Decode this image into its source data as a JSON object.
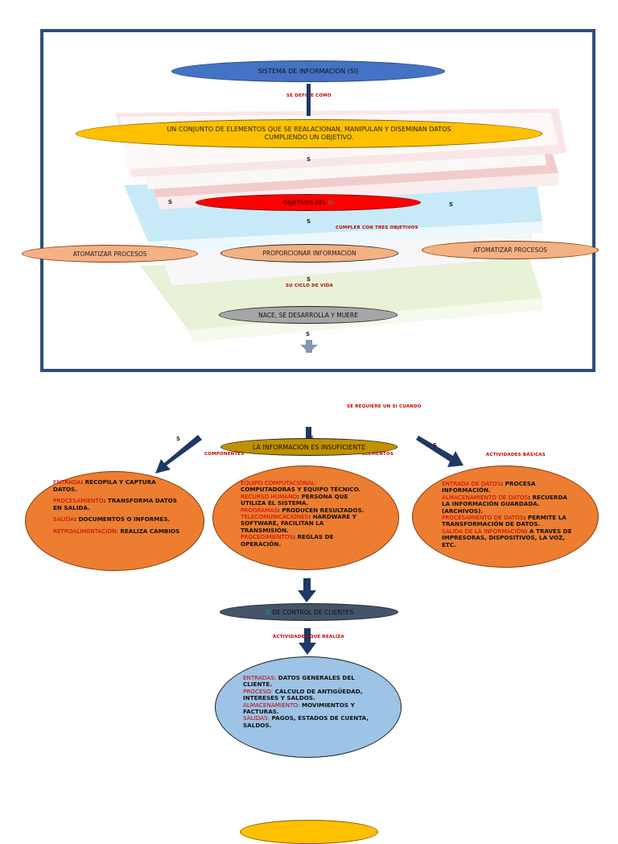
{
  "top_section": {
    "title": "SISTEMA DE INFORMACIÓN (SI)",
    "link_defined": "SE DEFINE COMO",
    "definition": "UN CONJUNTO DE ELEMENTOS QUE SE REALACIONAN, MANIPULAN Y DISEMINAN DATOS CUMPLIENDO UN OBJETIVO.",
    "s_marker": "S",
    "objectives_title": "OBJETIVOS DEL",
    "objectives_suffix": "SI",
    "link_objectives": "CUMPLER CON TRES OBJETIVOS",
    "objective_left": "ATOMATIZAR PROCESOS",
    "objective_center": "PROPORCIONAR INFORMACIÓN",
    "objective_right": "ATOMATIZAR PROCESOS",
    "link_cycle": "SU CICLO DE VIDA",
    "lifecycle": "NACE, SE DESARROLLA Y MUERE"
  },
  "middle_section": {
    "link_required": "SE REQUIERE UN SI CUANDO",
    "insufficient": "LA INFORMACIÓN ES INSUFICIENTE",
    "link_components": "COMPONENTES",
    "link_elements": "ELEMENTOS",
    "link_activities": "ACTIVIDADES BÁSICAS",
    "s_marker": "S",
    "left_box": [
      {
        "key": "ENTRADA",
        "text": ": RECOPILA Y CAPTURA DATOS."
      },
      {
        "key": "PROCESAMIENTO",
        "text": ": TRANSFORMA DATOS EN SALIDA."
      },
      {
        "key": "SALIDA",
        "text": ": DOCUMENTOS O INFORMES."
      },
      {
        "key": "RETROALIMENTACIÓN:",
        "text": " REALIZA CAMBIOS"
      }
    ],
    "center_box": [
      {
        "key": "EQUIPO COMPUTACIONAL:",
        "text": " COMPUTADORAS Y EQUIPO TÉCNICO."
      },
      {
        "key": "RECURSO HUMANO",
        "text": ": PERSONA QUE UTILIZA EL SISTEMA."
      },
      {
        "key": "PROGRAMAS",
        "text": ": PRODUCEN RESULTADOS."
      },
      {
        "key": "TELECOMUNICACIONES",
        "text": ": HARDWARE Y SOFTWARE, FACILITAN LA TRANSMISIÓN."
      },
      {
        "key": "PROCEDIMIENTOS",
        "text": ": REGLAS DE OPERACIÓN."
      }
    ],
    "right_box": [
      {
        "key": "ENTRADA DE DATOS",
        "text": ": PROCESA INFORMACIÓN."
      },
      {
        "key": "ALMACENAMIENTO DE DATOS",
        "text": ": RECUERDA LA INFORMACIÓN GUARDADA. (ARCHIVOS)."
      },
      {
        "key": "PROCESAMIENTO DE DATOS",
        "text": ": PERMITE LA TRANSFORMACIÓN DE DATOS."
      },
      {
        "key": "SALIDA DE LA INFORMACIÓN",
        "text": ": A TRAVÉS DE IMPRESORAS, DISPOSITIVOS, LA VOZ, ETC."
      }
    ]
  },
  "bottom_section": {
    "control_prefix": "SI",
    "control": "DE CONTROL DE CLIENTES",
    "link_activities": "ACTIVIDADES QUE REALIZA",
    "activities_box": [
      {
        "key": "ENTRADAS:",
        "text": " DATOS GENERALES DEL CLIENTE."
      },
      {
        "key": "PROCESO:",
        "text": " CÁLCULO DE ANTIGÜEDAD, INTERESES Y SALDOS."
      },
      {
        "key": "ALMACENAMIENTO:",
        "text": " MOVIMIENTOS Y FACTURAS."
      },
      {
        "key": "SALIDAS:",
        "text": " PAGOS, ESTADOS DE CUENTA, SALDOS."
      }
    ]
  },
  "colors": {
    "frame": "#2f4d7a",
    "title_blue": "#4472c4",
    "definition_yellow": "#ffc000",
    "objectives_red": "#ff0000",
    "objective_peach": "#f4b183",
    "lifecycle_gray": "#a6a6a6",
    "orange_box": "#ed7d31",
    "control_dark": "#44546a",
    "light_blue_box": "#9dc3e6",
    "arrow_navy": "#1f3864",
    "link_red": "#c00000"
  }
}
